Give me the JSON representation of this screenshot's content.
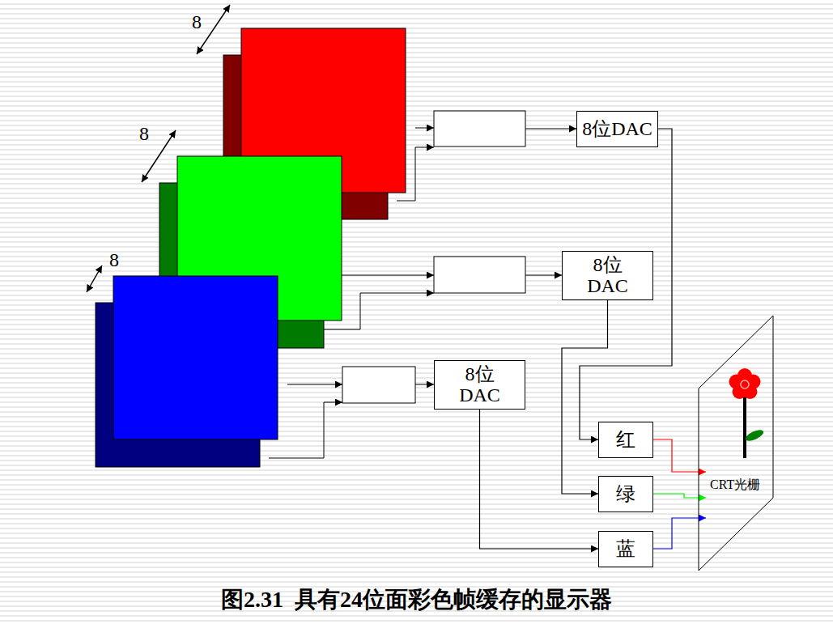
{
  "diagram": {
    "caption": "图2.31  具有24位面彩色帧缓存的显示器",
    "nodes": [
      {
        "text": [
          "8位DAC"
        ]
      },
      {
        "text": [
          "8位 DAC"
        ]
      },
      {
        "text": [
          "8位 DAC"
        ]
      },
      {
        "text": [
          "红"
        ]
      },
      {
        "text": [
          "绿"
        ]
      },
      {
        "text": [
          "蓝"
        ]
      },
      {
        "text": [
          "CRT光栅"
        ]
      }
    ],
    "edges": [
      {
        "from": 0,
        "to": 3,
        "arrow": "to"
      },
      {
        "from": 1,
        "to": 4,
        "arrow": "to"
      },
      {
        "from": 2,
        "to": 5,
        "arrow": "to"
      },
      {
        "from": 3,
        "to": 6,
        "arrow": "to"
      },
      {
        "from": 4,
        "to": 6,
        "arrow": "to"
      },
      {
        "from": 5,
        "to": 6,
        "arrow": "to"
      }
    ],
    "labels": [
      "8",
      "8",
      "8"
    ]
  }
}
